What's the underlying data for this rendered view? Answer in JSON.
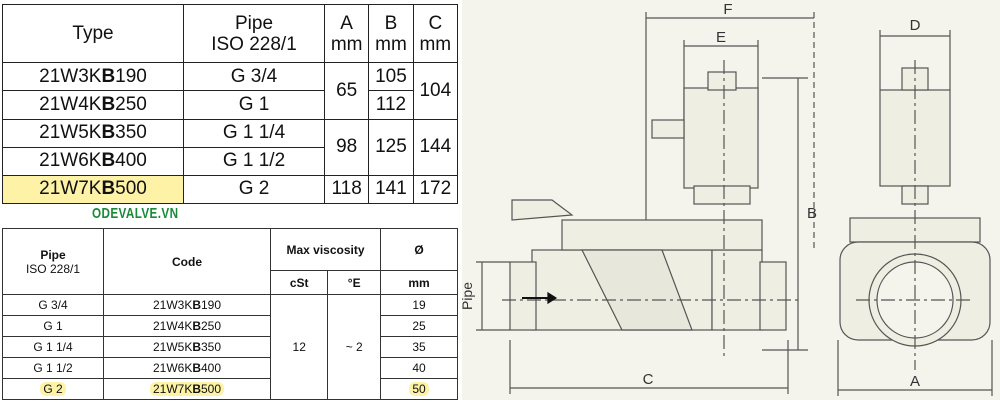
{
  "table1": {
    "headers": [
      "Type",
      "Pipe",
      "ISO 228/1",
      "A",
      "B",
      "C",
      "mm"
    ],
    "rows": [
      {
        "type_pre": "21W3K",
        "type_bold": "B",
        "type_post": "190",
        "pipe": "G 3/4",
        "a": "65",
        "b": "105",
        "c": "104"
      },
      {
        "type_pre": "21W4K",
        "type_bold": "B",
        "type_post": "250",
        "pipe": "G 1",
        "b": "112"
      },
      {
        "type_pre": "21W5K",
        "type_bold": "B",
        "type_post": "350",
        "pipe": "G 1 1/4",
        "a": "98",
        "b": "125",
        "c": "144"
      },
      {
        "type_pre": "21W6K",
        "type_bold": "B",
        "type_post": "400",
        "pipe": "G 1 1/2"
      },
      {
        "type_pre": "21W7K",
        "type_bold": "B",
        "type_post": "500",
        "pipe": "G 2",
        "a": "118",
        "b": "141",
        "c": "172"
      }
    ]
  },
  "brand": "ODEVALVE.VN",
  "table2": {
    "h_pipe": "Pipe",
    "h_iso": "ISO 228/1",
    "h_code": "Code",
    "h_visc": "Max viscosity",
    "h_cst": "cSt",
    "h_e": "°E",
    "h_dia": "Ø",
    "h_mm": "mm",
    "cst": "12",
    "e": "~ 2",
    "rows": [
      {
        "pipe": "G 3/4",
        "code_pre": "21W3K",
        "code_bold": "B",
        "code_post": "190",
        "dia": "19"
      },
      {
        "pipe": "G 1",
        "code_pre": "21W4K",
        "code_bold": "B",
        "code_post": "250",
        "dia": "25"
      },
      {
        "pipe": "G 1 1/4",
        "code_pre": "21W5K",
        "code_bold": "B",
        "code_post": "350",
        "dia": "35"
      },
      {
        "pipe": "G 1 1/2",
        "code_pre": "21W6K",
        "code_bold": "B",
        "code_post": "400",
        "dia": "40"
      },
      {
        "pipe": "G 2",
        "code_pre": "21W7K",
        "code_bold": "B",
        "code_post": "500",
        "dia": "50"
      }
    ]
  },
  "drawing": {
    "label_f": "F",
    "label_e": "E",
    "label_d": "D",
    "label_b": "B",
    "label_c": "C",
    "label_a": "A",
    "label_pipe": "Pipe"
  },
  "colors": {
    "highlight": "#fdf2a6",
    "brand": "#1a8a3a",
    "drawing_bg": "#f4f4ec"
  }
}
